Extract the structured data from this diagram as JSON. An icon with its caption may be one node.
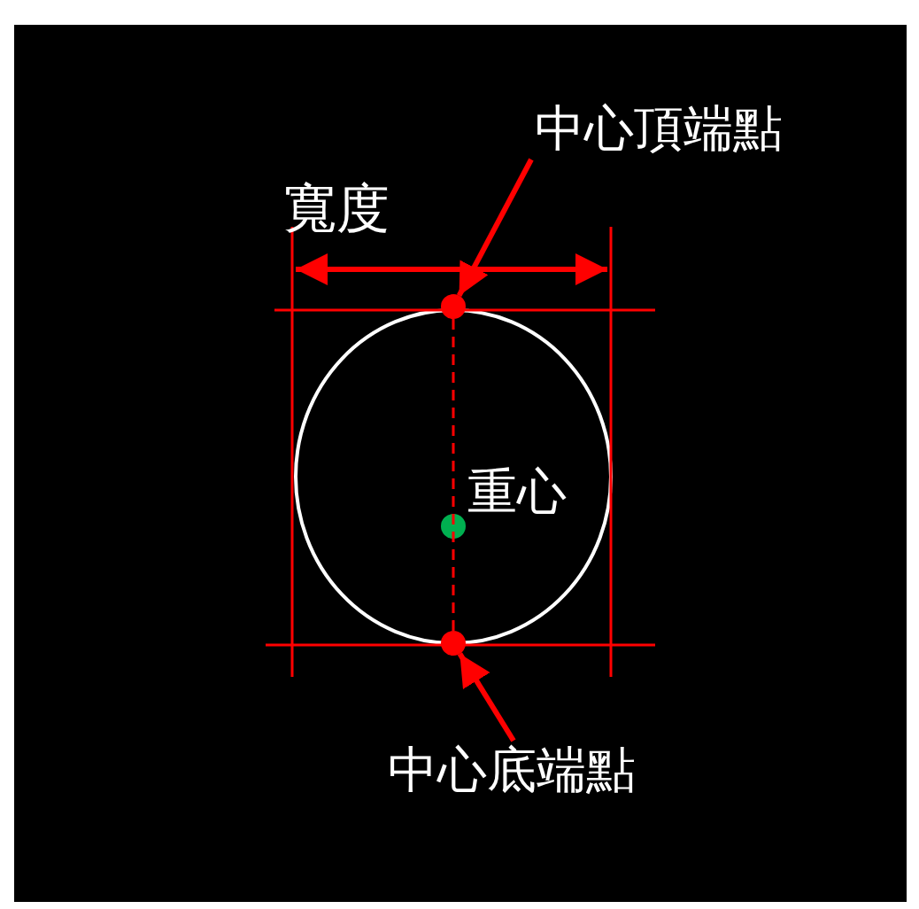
{
  "diagram": {
    "nodes": [
      {
        "text": [
          "中心頂端點"
        ]
      },
      {
        "text": [],
        "shape": "circle"
      },
      {
        "text": [],
        "shape": "circle"
      },
      {
        "text": [
          "中心底端點"
        ]
      }
    ],
    "edges": [
      {
        "from": 0,
        "to": 1,
        "arrow": "to"
      },
      {
        "from": 3,
        "to": 2,
        "arrow": "to"
      },
      {
        "from": 1,
        "to": 2,
        "arrow": "none",
        "style": "dashed"
      }
    ],
    "labels": [
      "寬度",
      "重心"
    ]
  }
}
